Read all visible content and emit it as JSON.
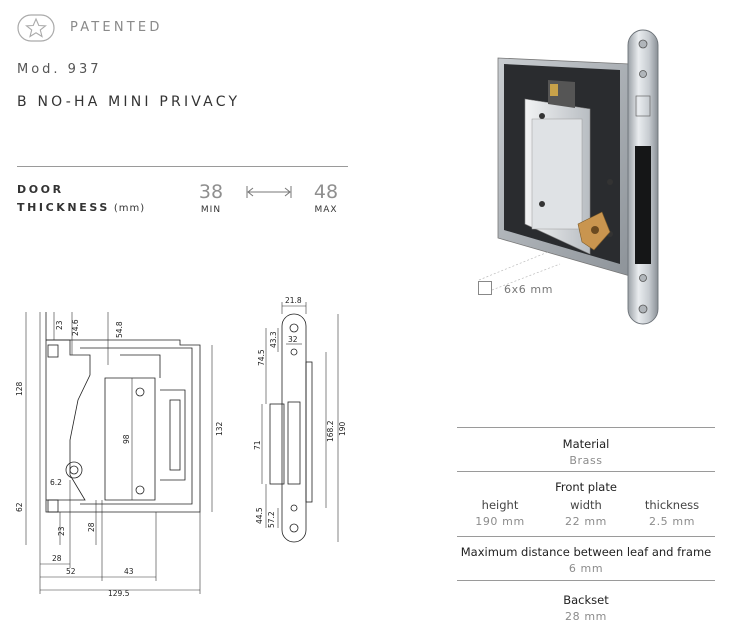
{
  "header": {
    "patented_label": "PATENTED",
    "model": "Mod. 937",
    "product_name": "B NO-HA MINI PRIVACY"
  },
  "door_thickness": {
    "label_line1": "DOOR",
    "label_line2": "THICKNESS",
    "unit": "(mm)",
    "min_value": "38",
    "min_label": "MIN",
    "max_value": "48",
    "max_label": "MAX"
  },
  "product_photo": {
    "spindle_callout": "6x6 mm"
  },
  "drawing_left": {
    "dims": [
      "23",
      "24.6",
      "54.8",
      "128",
      "98",
      "132",
      "62",
      "6.2",
      "23",
      "28",
      "28",
      "52",
      "43",
      "129.5"
    ]
  },
  "drawing_right": {
    "dims": [
      "21.8",
      "43.3",
      "74.5",
      "32",
      "71",
      "168.2",
      "190",
      "44.5",
      "57.2"
    ]
  },
  "specs": {
    "material": {
      "title": "Material",
      "value": "Brass"
    },
    "front_plate": {
      "title": "Front plate",
      "columns": [
        {
          "label": "height",
          "value": "190 mm"
        },
        {
          "label": "width",
          "value": "22 mm"
        },
        {
          "label": "thickness",
          "value": "2.5 mm"
        }
      ]
    },
    "max_distance": {
      "title": "Maximum distance between leaf and frame",
      "value": "6 mm"
    },
    "backset": {
      "title": "Backset",
      "value": "28 mm"
    }
  }
}
